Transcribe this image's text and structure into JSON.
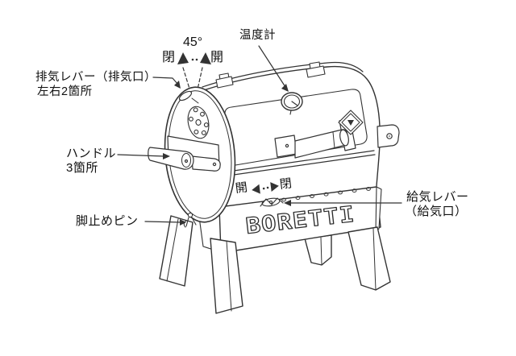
{
  "labels": {
    "thermometer": "温度計",
    "angle": "45°",
    "closed_top": "閉",
    "open_top": "開",
    "exhaust_line1": "排気レバー（排気口）",
    "exhaust_line2": "左右2箇所",
    "handle_line1": "ハンドル",
    "handle_line2": "3箇所",
    "leg_pin": "脚止めピン",
    "open_front": "開",
    "closed_front": "閉",
    "intake_line1": "給気レバー",
    "intake_line2": "（給気口）",
    "brand": "BORETTI"
  },
  "colors": {
    "line": "#333333",
    "text": "#111111",
    "background": "#ffffff"
  }
}
